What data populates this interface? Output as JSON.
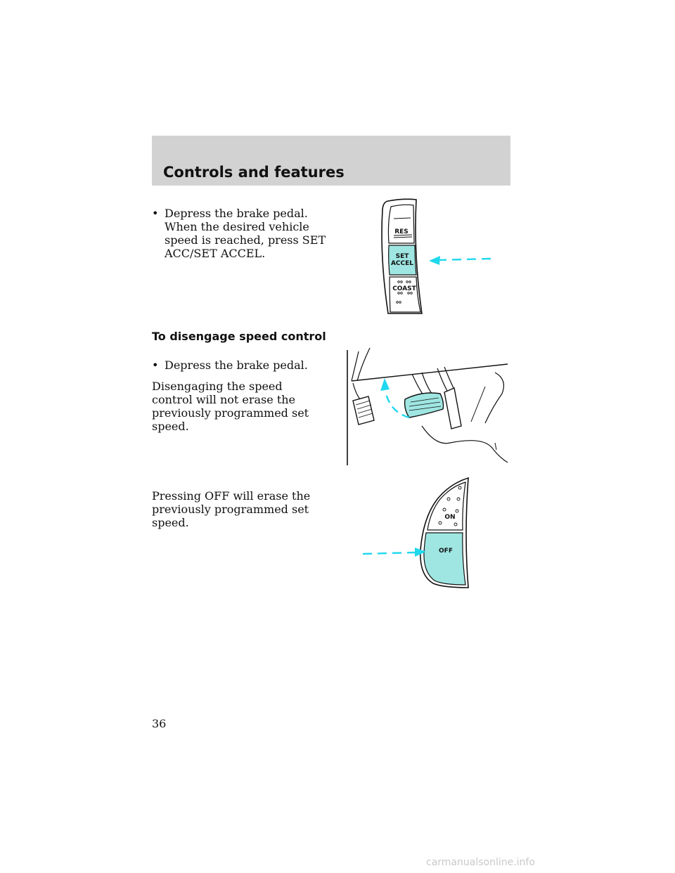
{
  "header": {
    "title": "Controls and features"
  },
  "section1": {
    "bullet": "•",
    "bullet_text": "Depress the brake pedal. When the desired vehicle speed is reached, press SET ACC/SET ACCEL."
  },
  "section2": {
    "heading": "To disengage speed control",
    "bullet": "•",
    "bullet_text": "Depress the brake pedal.",
    "paragraph": "Disengaging the speed control will not erase the previously programmed set speed."
  },
  "section3": {
    "paragraph": "Pressing OFF will erase the previously programmed set speed."
  },
  "figure_switch_right": {
    "res_label": "RES",
    "set_label_line1": "SET",
    "set_label_line2": "ACCEL",
    "coast_label": "COAST"
  },
  "figure_switch_left": {
    "on_label": "ON",
    "off_label": "OFF"
  },
  "colors": {
    "highlight": "#9fe6e2",
    "arrow": "#20d8ee",
    "header_band": "#d2d2d2"
  },
  "page_number": "36",
  "footer": {
    "watermark": "carmanualsonline.info"
  }
}
